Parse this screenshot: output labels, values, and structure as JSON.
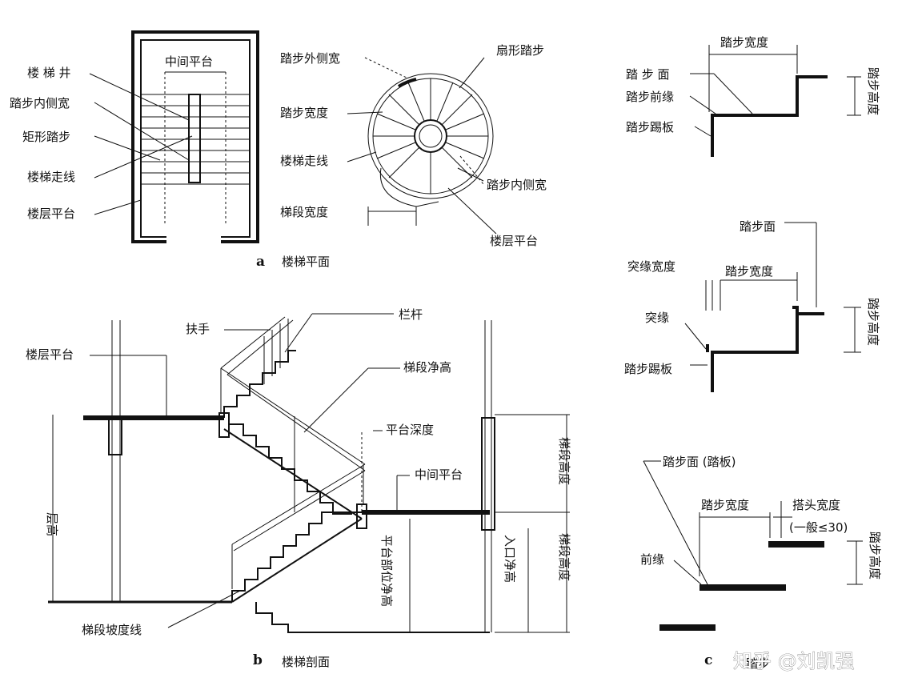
{
  "section_a": {
    "caption_letter": "a",
    "caption": "楼梯平面",
    "labels": {
      "stair_well": "楼 梯 井",
      "middle_landing": "中间平台",
      "inner_tread_width": "踏步内侧宽",
      "rect_tread": "矩形踏步",
      "walking_line": "楼梯走线",
      "floor_landing": "楼层平台",
      "outer_tread_width": "踏步外侧宽",
      "fan_tread": "扇形踏步",
      "tread_width": "踏步宽度",
      "walking_line_2": "楼梯走线",
      "inner_tread_width_2": "踏步内侧宽",
      "flight_width": "梯段宽度",
      "floor_landing_2": "楼层平台"
    }
  },
  "section_b": {
    "caption_letter": "b",
    "caption": "楼梯剖面",
    "labels": {
      "floor_landing": "楼层平台",
      "handrail": "扶手",
      "railing": "栏杆",
      "flight_clearance": "梯段净高",
      "landing_depth": "平台深度",
      "middle_landing": "中间平台",
      "storey_height": "层高",
      "flight_height_upper": "梯段高度",
      "flight_height_lower": "梯段高度",
      "landing_clearance": "平台部位净高",
      "entrance_clearance": "入口净高",
      "slope_line": "梯段坡度线"
    }
  },
  "section_c": {
    "caption_letter": "c",
    "caption": "踏步",
    "labels": {
      "tread_width_1": "踏步宽度",
      "tread_surface_1": "踏 步 面",
      "tread_nosing_edge": "踏步前缘",
      "riser_1": "踏步踢板",
      "riser_height_1": "踏步高度",
      "tread_surface_2": "踏步面",
      "nosing_width": "突缘宽度",
      "tread_width_2": "踏步宽度",
      "nosing": "突缘",
      "riser_2": "踏步踢板",
      "riser_height_2": "踏步高度",
      "tread_surface_board": "踏步面 (踏板)",
      "tread_width_3": "踏步宽度",
      "overlap_width": "搭头宽度",
      "overlap_note": "(一般≤30)",
      "front_edge": "前缘",
      "riser_height_3": "踏步高度"
    }
  },
  "watermark": "知乎 @刘凯强"
}
